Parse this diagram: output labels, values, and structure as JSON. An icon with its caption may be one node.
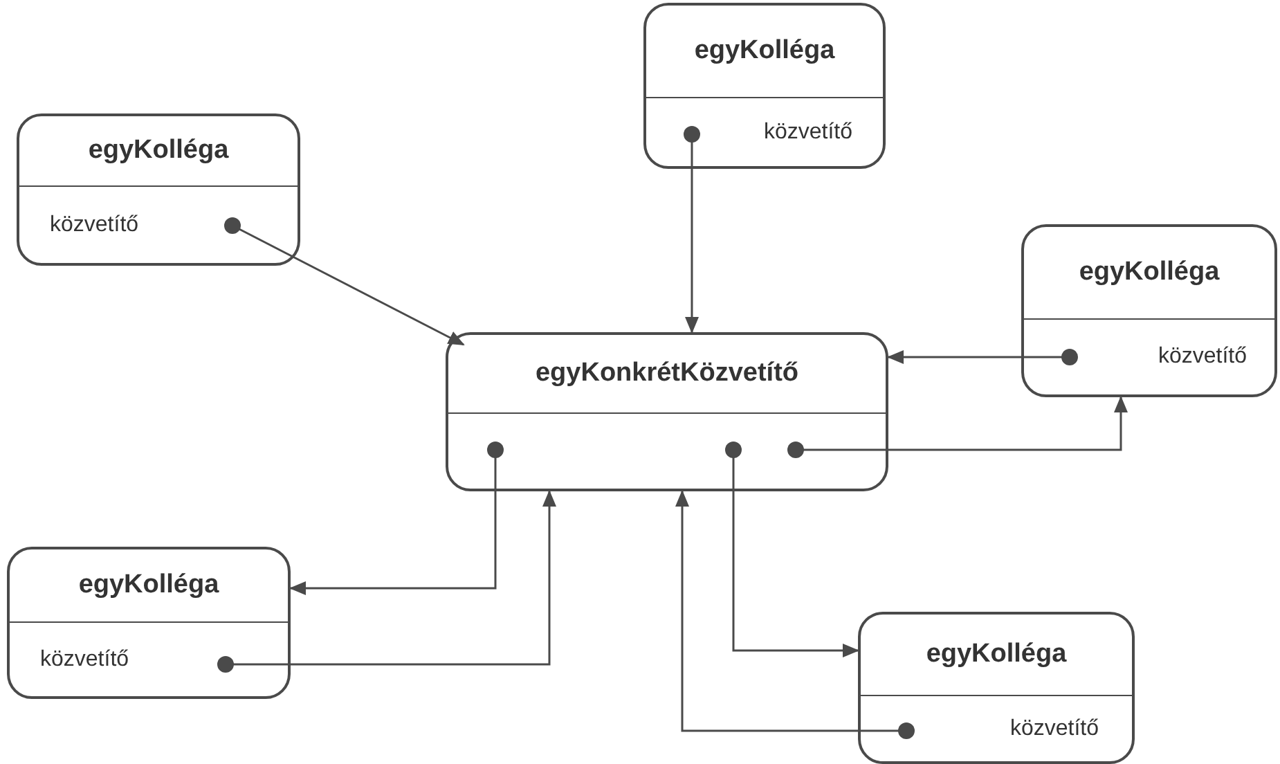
{
  "diagram": {
    "nodes": [
      {
        "text": [
          "egyKolléga",
          "közvetítő"
        ]
      },
      {
        "text": [
          "egyKolléga",
          "közvetítő"
        ]
      },
      {
        "text": [
          "egyKolléga",
          "közvetítő"
        ]
      },
      {
        "text": [
          "egyKonkrétKözvetítő"
        ]
      },
      {
        "text": [
          "egyKolléga",
          "közvetítő"
        ]
      },
      {
        "text": [
          "egyKolléga",
          "közvetítő"
        ]
      }
    ],
    "edges": [
      {
        "from": 1,
        "to": 3,
        "arrow": "to"
      },
      {
        "from": 0,
        "to": 3,
        "arrow": "to"
      },
      {
        "from": 2,
        "to": 3,
        "arrow": "to"
      },
      {
        "from": 3,
        "to": 2,
        "arrow": "to"
      },
      {
        "from": 3,
        "to": 4,
        "arrow": "to"
      },
      {
        "from": 4,
        "to": 3,
        "arrow": "to"
      },
      {
        "from": 3,
        "to": 5,
        "arrow": "to"
      },
      {
        "from": 5,
        "to": 3,
        "arrow": "to"
      }
    ]
  }
}
